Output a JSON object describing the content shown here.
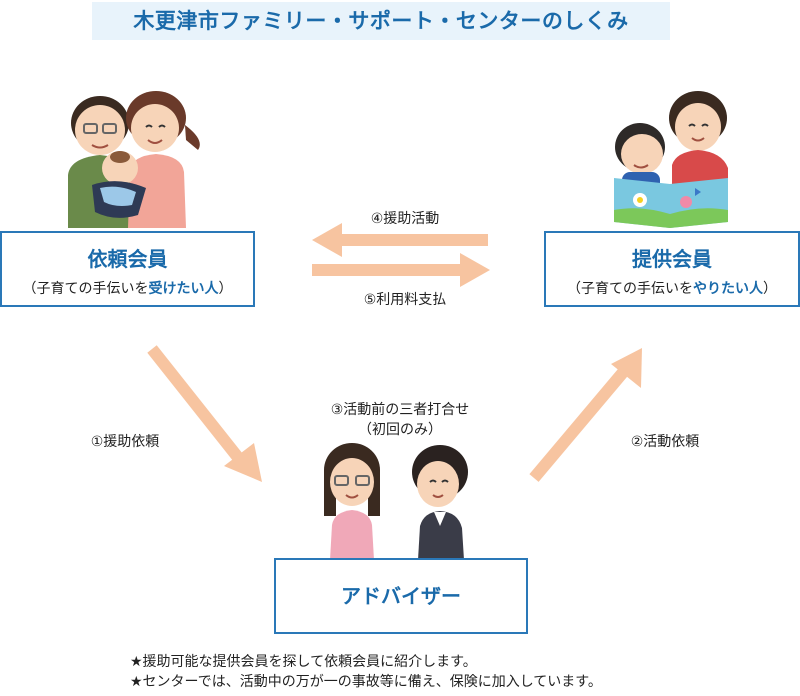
{
  "title": "木更津市ファミリー・サポート・センターのしくみ",
  "requester": {
    "name": "依頼会員",
    "desc_prefix": "（子育ての手伝いを",
    "desc_highlight": "受けたい人",
    "desc_suffix": "）"
  },
  "provider": {
    "name": "提供会員",
    "desc_prefix": "（子育ての手伝いを",
    "desc_highlight": "やりたい人",
    "desc_suffix": "）"
  },
  "adviser": {
    "name": "アドバイザー"
  },
  "flows": {
    "support_activity": "④援助活動",
    "usage_fee": "⑤利用料支払",
    "request_support": "①援助依頼",
    "request_activity": "②活動依頼",
    "meeting_line1": "③活動前の三者打合せ",
    "meeting_line2": "（初回のみ）"
  },
  "notes": [
    "★援助可能な提供会員を探して依頼会員に紹介します。",
    "★センターでは、活動中の万が一の事故等に備え、保険に加入しています。"
  ],
  "colors": {
    "accent": "#1a6aaa",
    "box_border": "#2a78b8",
    "title_bg": "#e8f3fb",
    "arrow": "#f7c4a0"
  }
}
